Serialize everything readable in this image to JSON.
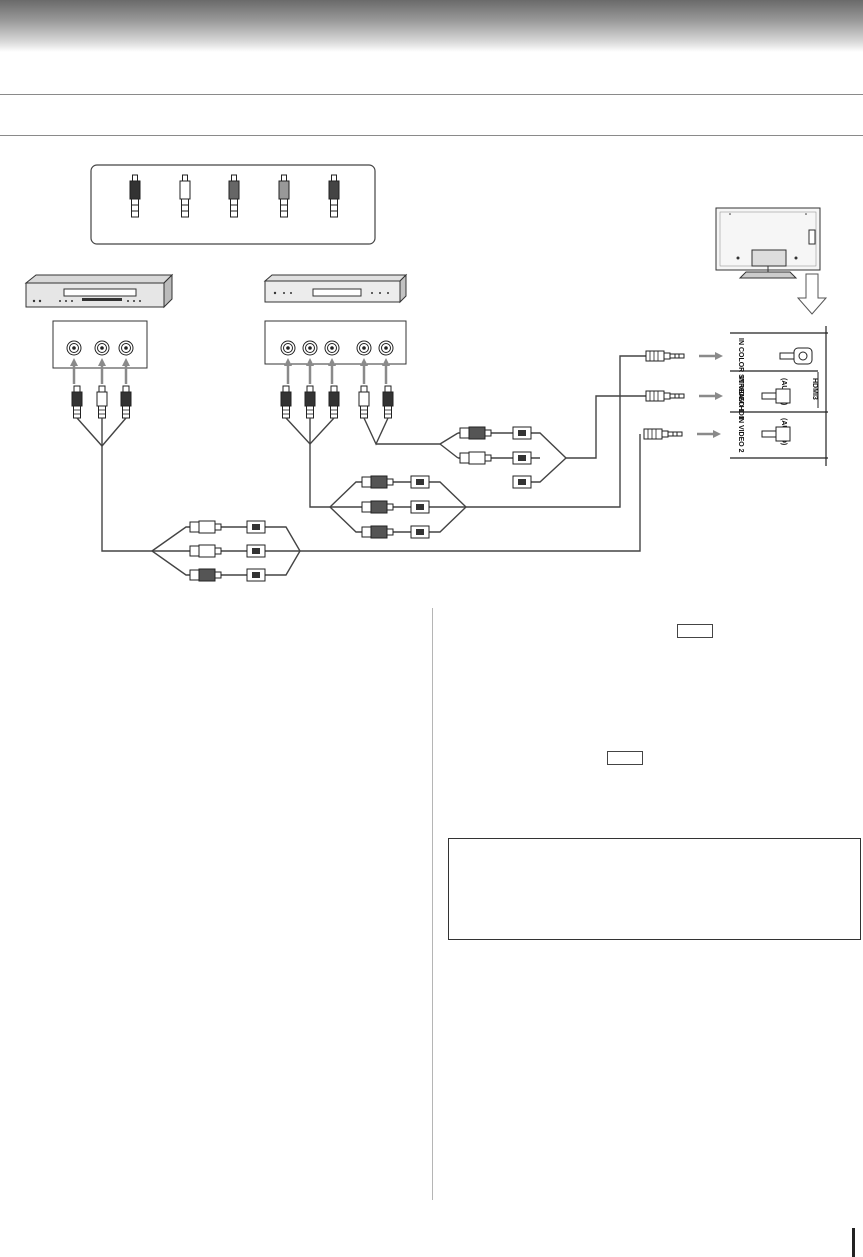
{
  "panel_labels": {
    "color_stream": "IN COLOR STREAM HD1",
    "video1": "IN VIDEO 1",
    "video2": "IN VIDEO 2",
    "audio": "(AUDIO)",
    "hdmi": "HDMI3"
  },
  "colors": {
    "cable": "#444444",
    "arrow": "#8a8a8a",
    "header": "#7a7a7a"
  },
  "icons": [
    "rca-plug-icon",
    "vcr-icon",
    "dvd-player-icon",
    "tv-back-icon",
    "mini-plug-icon",
    "arrow-right-icon",
    "arrow-down-icon"
  ]
}
